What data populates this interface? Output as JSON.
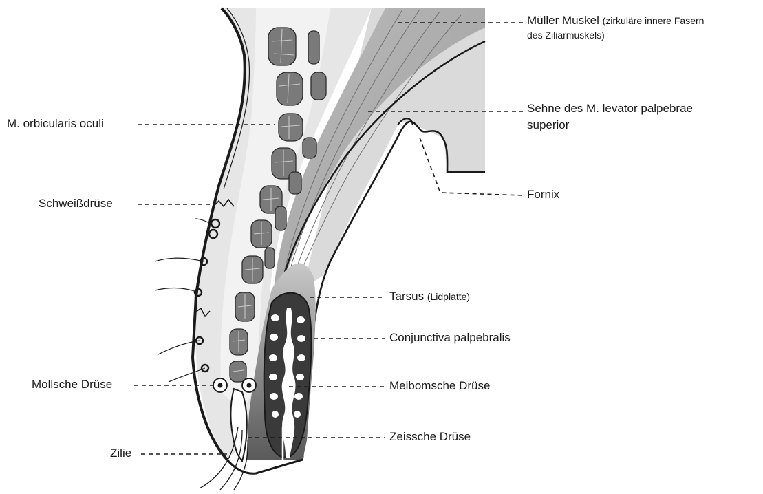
{
  "labels": {
    "mueller_main": "Müller Muskel",
    "mueller_note": "(zirkuläre innere Fasern",
    "mueller_note2": "des Ziliarmuskels)",
    "levator_line1": "Sehne des M. levator palpebrae",
    "levator_line2": "superior",
    "fornix": "Fornix",
    "tarsus_main": "Tarsus",
    "tarsus_note": "(Lidplatte)",
    "conjunctiva": "Conjunctiva palpebralis",
    "meibom": "Meibomsche Drüse",
    "zeiss": "Zeissche Drüse",
    "orbicularis": "M. orbicularis oculi",
    "schweiss": "Schweißdrüse",
    "moll": "Mollsche Drüse",
    "zilie": "Zilie"
  }
}
